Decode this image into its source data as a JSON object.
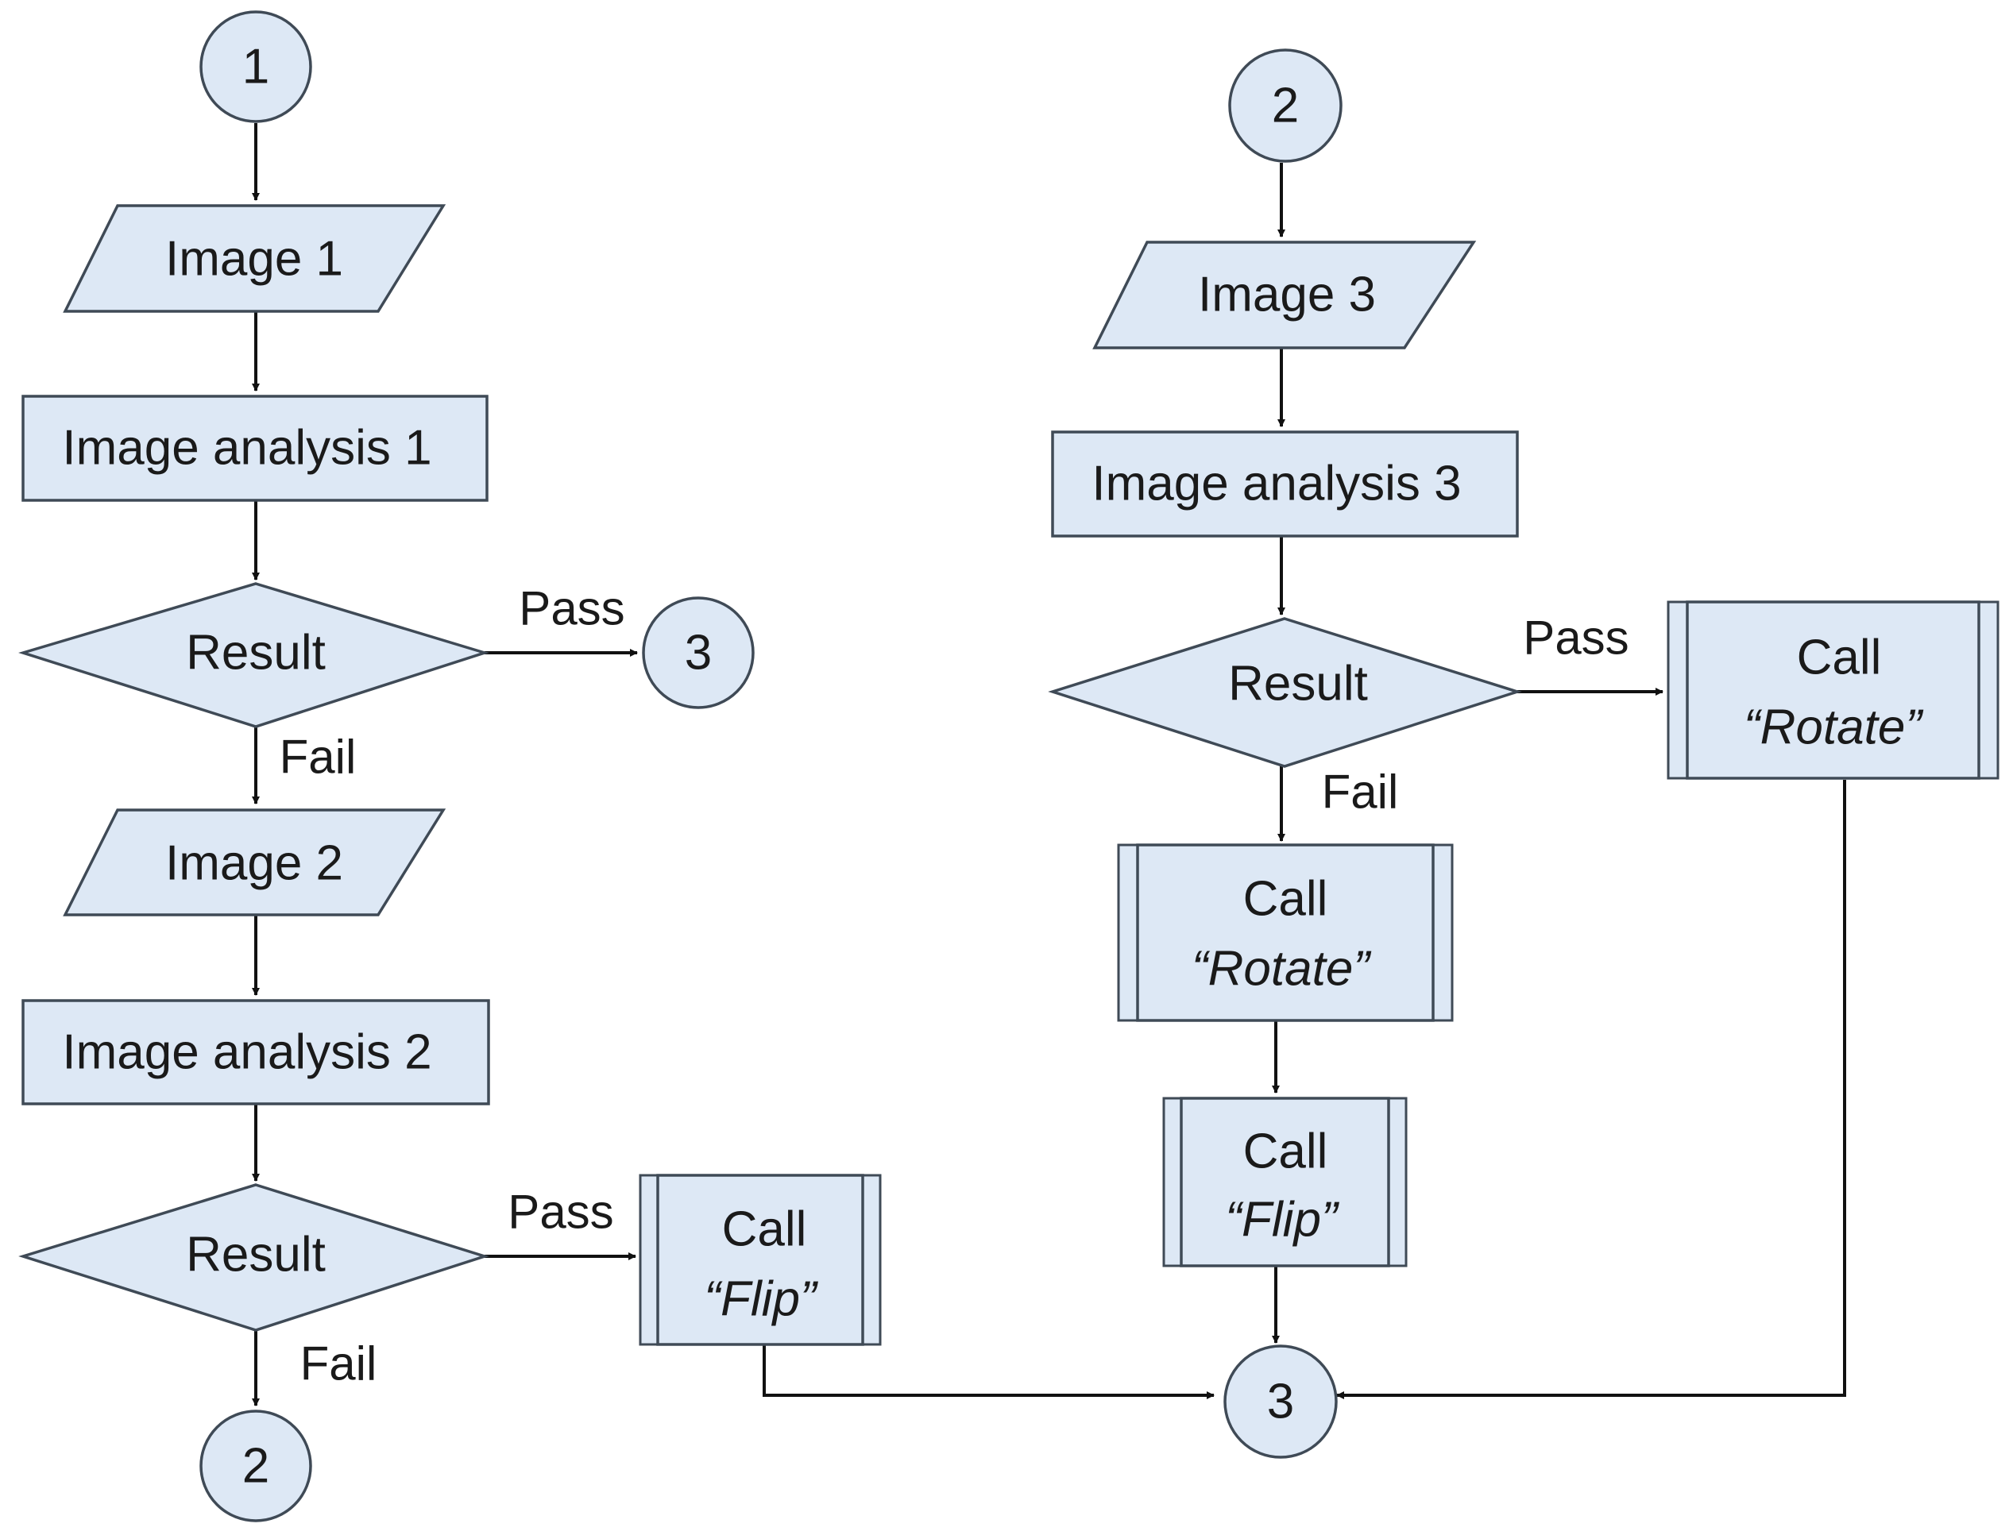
{
  "connectors": {
    "start_1": "1",
    "start_2": "2",
    "to_3_left": "3",
    "to_2_left": "2",
    "end_3": "3"
  },
  "left_flow": {
    "image_1": "Image 1",
    "analysis_1": "Image analysis 1",
    "result_1": "Result",
    "image_2": "Image 2",
    "analysis_2": "Image analysis 2",
    "result_2": "Result",
    "call_flip_line1": "Call",
    "call_flip_line2": "“Flip”"
  },
  "right_flow": {
    "image_3": "Image 3",
    "analysis_3": "Image analysis 3",
    "result_3": "Result",
    "call_rotate_a_line1": "Call",
    "call_rotate_a_line2": "“Rotate”",
    "call_flip_line1": "Call",
    "call_flip_line2": "“Flip”",
    "call_rotate_b_line1": "Call",
    "call_rotate_b_line2": "“Rotate”"
  },
  "edge_labels": {
    "pass_1": "Pass",
    "fail_1": "Fail",
    "pass_2": "Pass",
    "fail_2": "Fail",
    "pass_3": "Pass",
    "fail_3": "Fail"
  },
  "colors": {
    "node_fill": "#dde8f5",
    "node_stroke": "#3f4a56",
    "edge": "#111111"
  }
}
